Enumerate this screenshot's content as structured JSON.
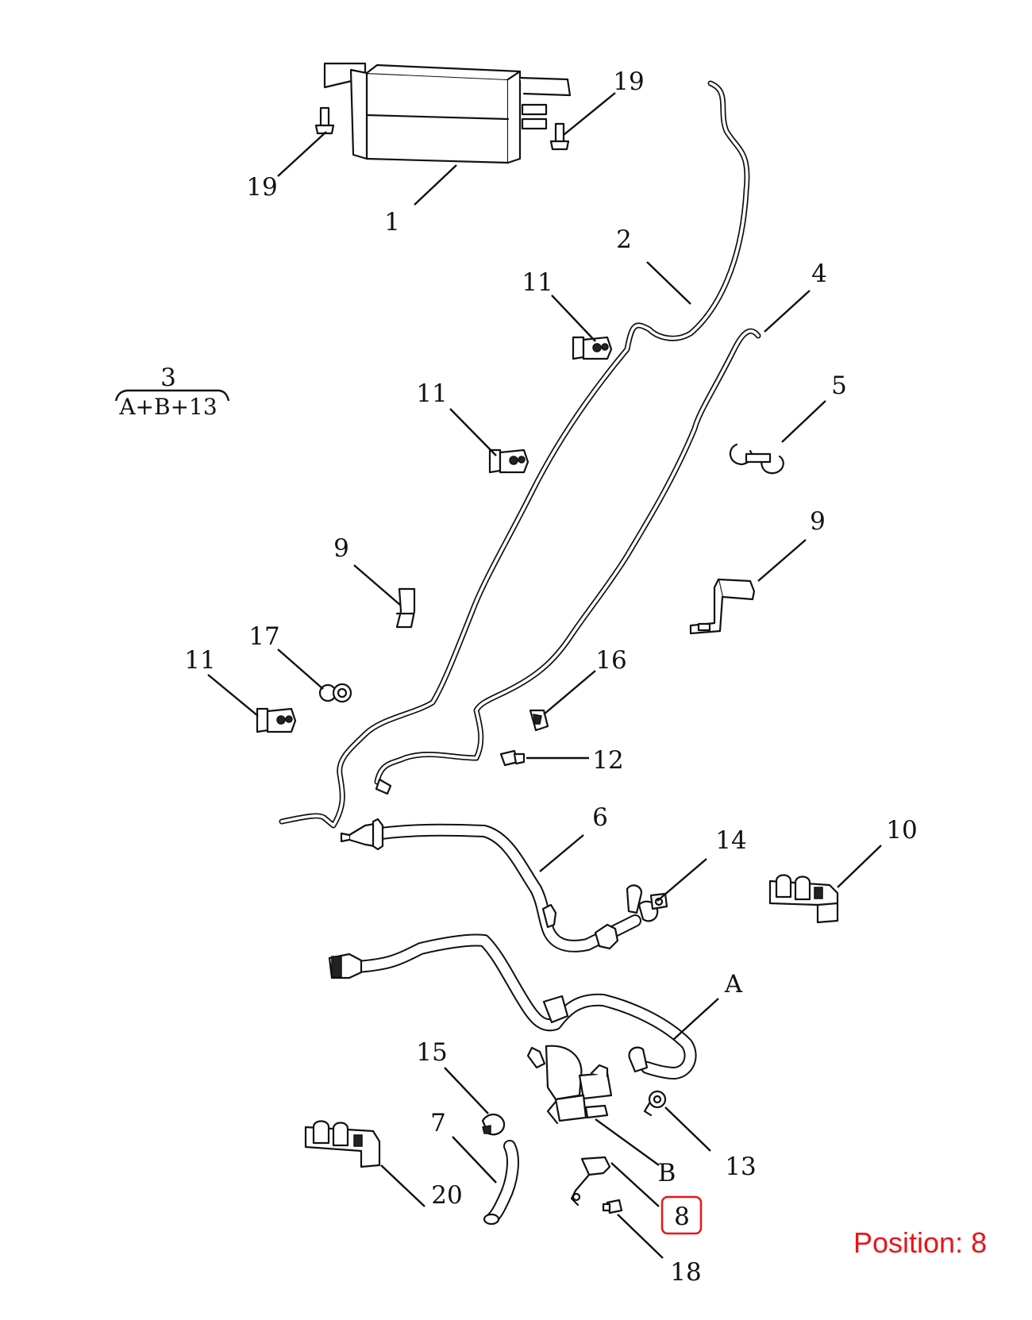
{
  "callouts": {
    "c1": "1",
    "c2": "2",
    "c3": "3",
    "c3_formula": "A+B+13",
    "c4": "4",
    "c5": "5",
    "c6": "6",
    "c7": "7",
    "c8": "8",
    "c9a": "9",
    "c9b": "9",
    "c10": "10",
    "c11a": "11",
    "c11b": "11",
    "c11c": "11",
    "c12": "12",
    "c13": "13",
    "c14": "14",
    "c15": "15",
    "c16": "16",
    "c17": "17",
    "c18": "18",
    "c19a": "19",
    "c19b": "19",
    "c20": "20",
    "cA": "A",
    "cB": "B"
  },
  "position": {
    "label": "Position: 8",
    "highlighted_part": "8"
  },
  "colors": {
    "highlight": "#e8141b",
    "line": "#111111",
    "background": "#ffffff"
  }
}
